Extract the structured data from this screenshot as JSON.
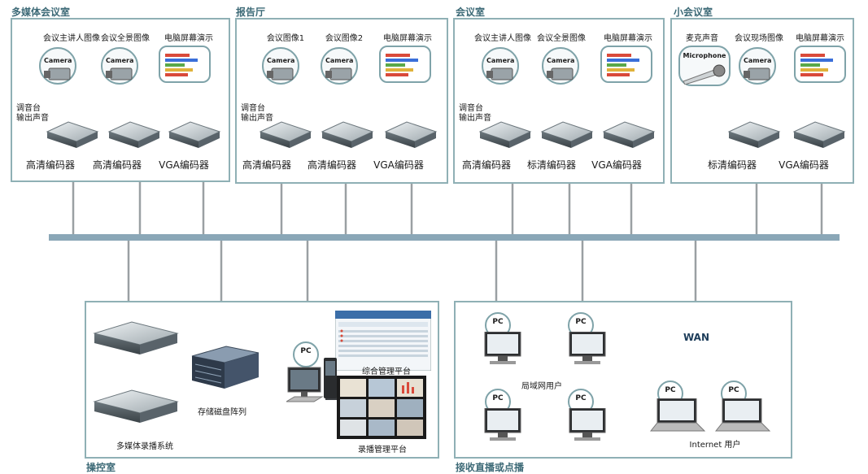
{
  "rooms": {
    "multimedia": {
      "title": "多媒体会议室",
      "src1": "会议主讲人图像",
      "src2": "会议全景图像",
      "src3": "电脑屏幕演示",
      "audio_line1": "调音台",
      "audio_line2": "输出声音",
      "enc1": "高清编码器",
      "enc2": "高清编码器",
      "enc3": "VGA编码器"
    },
    "report": {
      "title": "报告厅",
      "src1": "会议图像1",
      "src2": "会议图像2",
      "src3": "电脑屏幕演示",
      "audio_line1": "调音台",
      "audio_line2": "输出声音",
      "enc1": "高清编码器",
      "enc2": "高清编码器",
      "enc3": "VGA编码器"
    },
    "meeting": {
      "title": "会议室",
      "src1": "会议主讲人图像",
      "src2": "会议全景图像",
      "src3": "电脑屏幕演示",
      "audio_line1": "调音台",
      "audio_line2": "输出声音",
      "enc1": "高清编码器",
      "enc2": "标清编码器",
      "enc3": "VGA编码器"
    },
    "small": {
      "title": "小会议室",
      "src1": "麦克声音",
      "src2": "会议现场图像",
      "src3": "电脑屏幕演示",
      "enc1": "标清编码器",
      "enc2": "VGA编码器"
    }
  },
  "camera_tag": "Camera",
  "microphone_tag": "Microphone",
  "control": {
    "title": "操控室",
    "recording_system": "多媒体录播系统",
    "storage": "存储磁盘阵列",
    "pc": "PC",
    "integrated_platform": "综合管理平台",
    "recording_platform": "录播管理平台"
  },
  "receive": {
    "title": "接收直播或点播",
    "pc": "PC",
    "lan_users": "局域网用户",
    "wan": "WAN",
    "internet_users": "Internet 用户"
  },
  "colors": {
    "accent": "#3d6a77",
    "border": "#8fb0b5",
    "yellow_line": "#f2d21b",
    "blue_line": "#1f4e9c",
    "bus": "#8aa7b7",
    "gray_line": "#9aa0a3"
  }
}
